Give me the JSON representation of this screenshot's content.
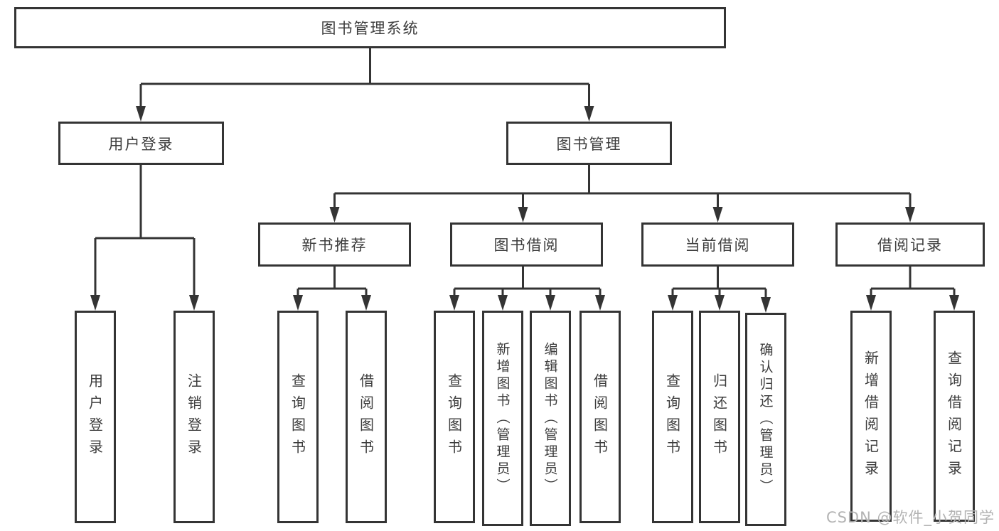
{
  "diagram": {
    "root": {
      "label": "图书管理系统"
    },
    "branches": [
      {
        "label": "用户登录",
        "children": [
          {
            "label": "用户登录"
          },
          {
            "label": "注销登录"
          }
        ]
      },
      {
        "label": "图书管理",
        "groups": [
          {
            "label": "新书推荐",
            "children": [
              {
                "label": "查询图书"
              },
              {
                "label": "借阅图书"
              }
            ]
          },
          {
            "label": "图书借阅",
            "children": [
              {
                "label": "查询图书"
              },
              {
                "label": "新增图书（管理员）"
              },
              {
                "label": "编辑图书（管理员）"
              },
              {
                "label": "借阅图书"
              }
            ]
          },
          {
            "label": "当前借阅",
            "children": [
              {
                "label": "查询图书"
              },
              {
                "label": "归还图书"
              },
              {
                "label": "确认归还（管理员）"
              }
            ]
          },
          {
            "label": "借阅记录",
            "children": [
              {
                "label": "新增借阅记录"
              },
              {
                "label": "查询借阅记录"
              }
            ]
          }
        ]
      }
    ]
  },
  "watermark": {
    "text": "CSDN @软件_小贺同学"
  },
  "colors": {
    "line": "#343434",
    "text": "#3d3d3d",
    "watermark": "#b3b3b3",
    "background": "#ffffff"
  }
}
